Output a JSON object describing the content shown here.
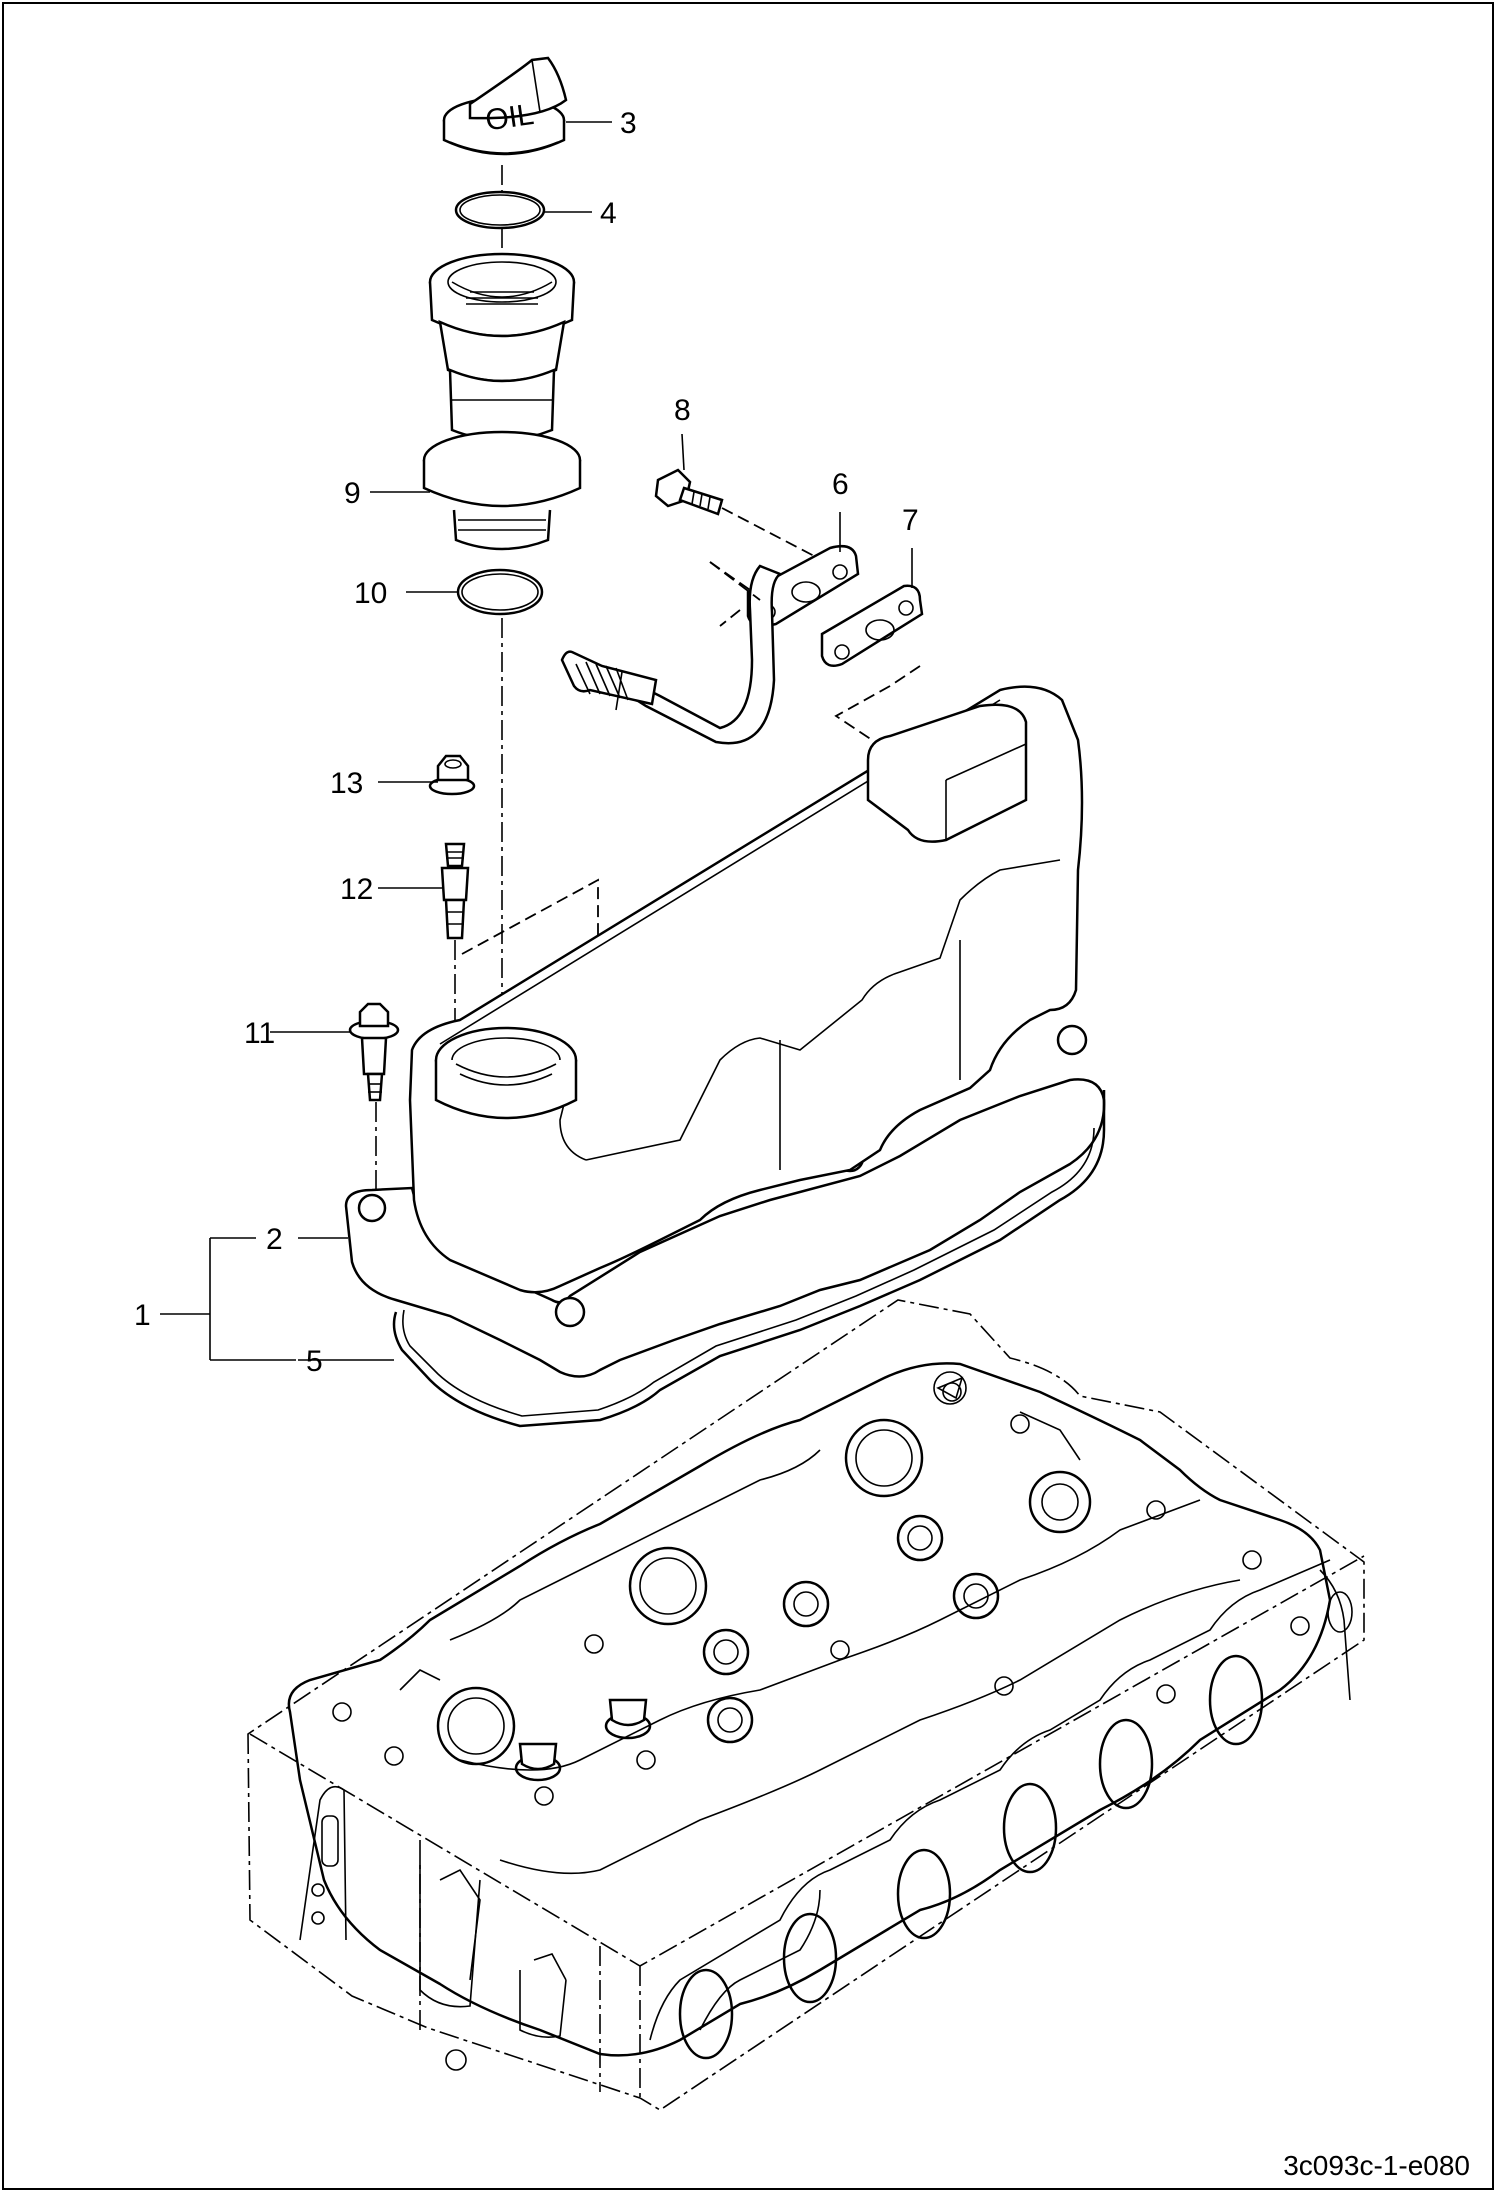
{
  "diagram": {
    "drawing_id": "3c093c-1-e080",
    "callouts": [
      {
        "id": "3",
        "text": "3"
      },
      {
        "id": "4",
        "text": "4"
      },
      {
        "id": "8",
        "text": "8"
      },
      {
        "id": "6",
        "text": "6"
      },
      {
        "id": "7",
        "text": "7"
      },
      {
        "id": "9",
        "text": "9"
      },
      {
        "id": "10",
        "text": "10"
      },
      {
        "id": "13",
        "text": "13"
      },
      {
        "id": "12",
        "text": "12"
      },
      {
        "id": "11",
        "text": "11"
      },
      {
        "id": "2",
        "text": "2"
      },
      {
        "id": "1",
        "text": "1"
      },
      {
        "id": "5",
        "text": "5"
      }
    ],
    "cap_text": "OIL"
  }
}
